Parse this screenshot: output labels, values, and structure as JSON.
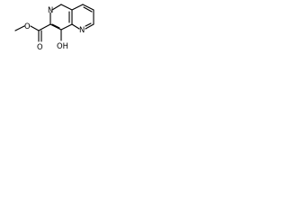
{
  "molecule": {
    "atom_labels": {
      "ring_nitrogen_top": "N",
      "ring_nitrogen_right": "N",
      "ester_oxygen_single": "O",
      "ester_oxygen_double": "O",
      "hydroxyl": "OH"
    },
    "colors": {
      "bond": "#000000",
      "label": "#000000",
      "background": "#ffffff"
    }
  }
}
